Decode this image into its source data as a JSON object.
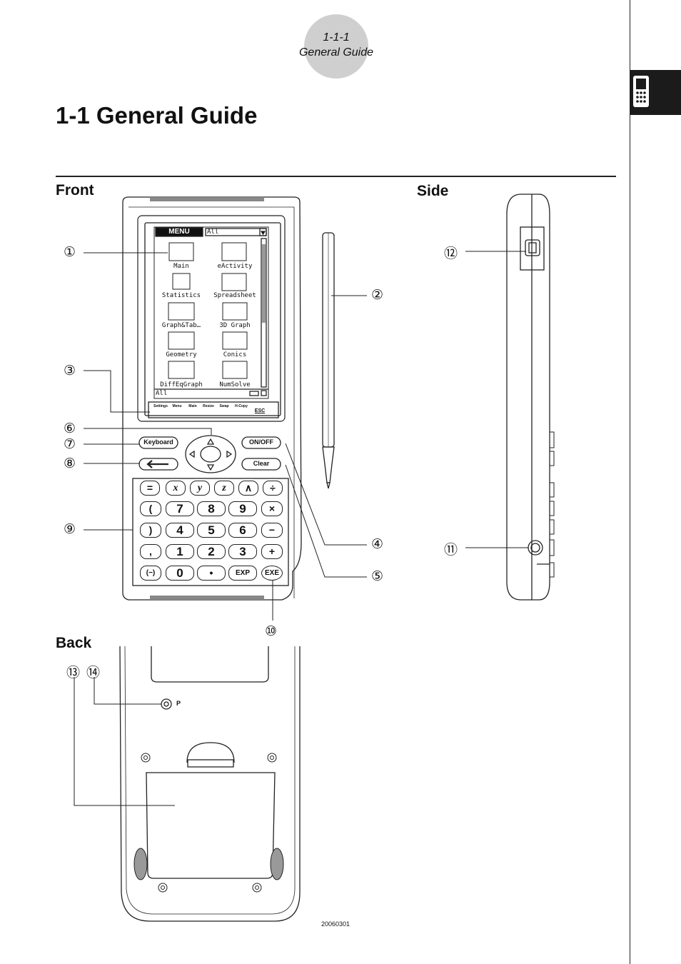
{
  "header": {
    "section_number": "1-1-1",
    "section_title": "General Guide"
  },
  "page_title": "1-1 General Guide",
  "labels": {
    "front": "Front",
    "side": "Side",
    "back": "Back"
  },
  "callouts": [
    "①",
    "②",
    "③",
    "④",
    "⑤",
    "⑥",
    "⑦",
    "⑧",
    "⑨",
    "⑩",
    "⑪",
    "⑫",
    "⑬",
    "⑭"
  ],
  "screen": {
    "menu_button": "MENU",
    "dropdown": "All",
    "apps": [
      "Main",
      "eActivity",
      "Statistics",
      "Spreadsheet",
      "Graph&Tab…",
      "3D Graph",
      "Geometry",
      "Conics",
      "DiffEqGraph",
      "NumSolve"
    ],
    "status": "All",
    "icon_panel": [
      "Settings",
      "Menu",
      "Main",
      "Resize",
      "Swap",
      "H-Copy",
      "ESC"
    ]
  },
  "keys": {
    "keyboard": "Keyboard",
    "on_off": "ON/OFF",
    "clear": "Clear",
    "row1": [
      "=",
      "x",
      "y",
      "z",
      "∧",
      "÷"
    ],
    "row2": [
      "(",
      "7",
      "8",
      "9",
      "×"
    ],
    "row3": [
      ")",
      "4",
      "5",
      "6",
      "−"
    ],
    "row4": [
      ",",
      "1",
      "2",
      "3",
      "+"
    ],
    "row5": [
      "(−)",
      "0",
      "•",
      "EXP",
      "EXE"
    ]
  },
  "back_p_label": "P",
  "footer_code": "20060301"
}
